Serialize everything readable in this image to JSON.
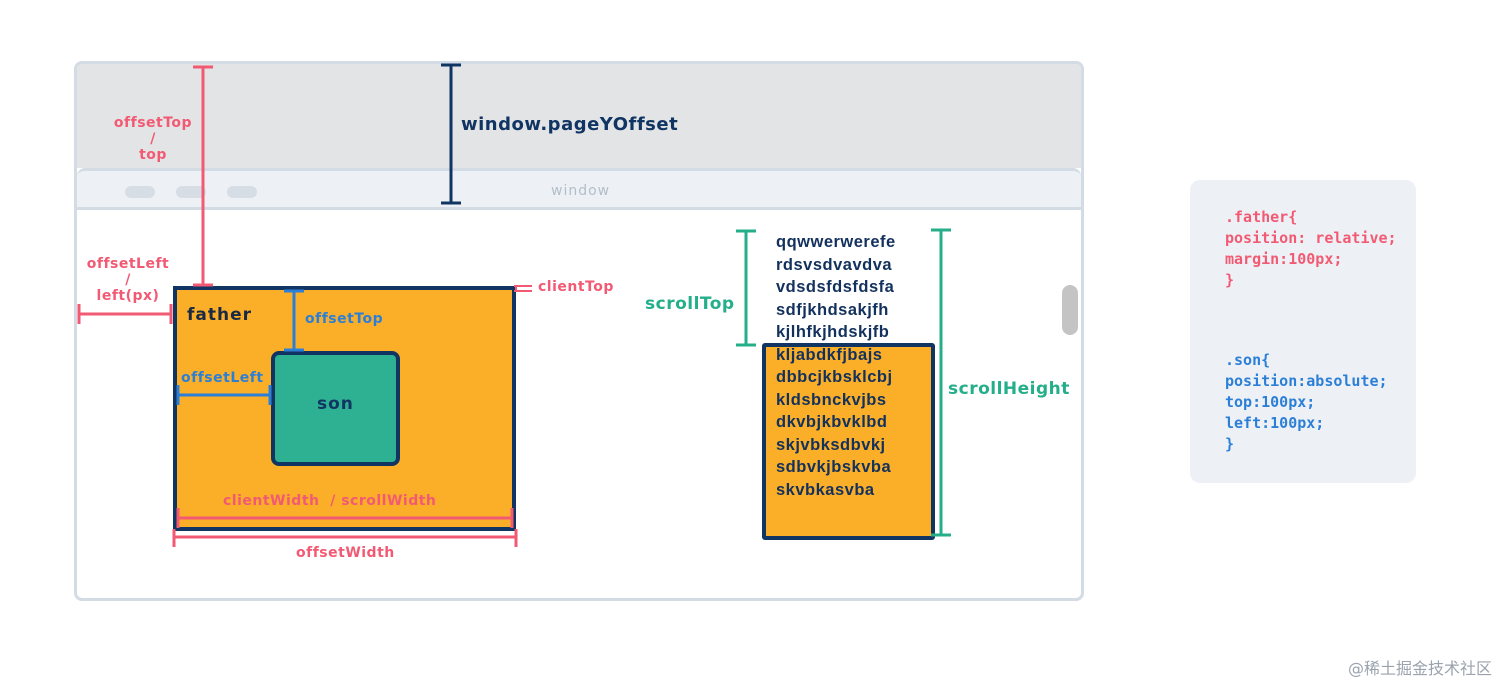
{
  "window": {
    "label": "window",
    "page_y_offset_label": "window.pageYOffset"
  },
  "outer_labels": {
    "offset_top_line1": "offsetTop",
    "offset_top_slash": "/",
    "offset_top_line2": "top",
    "offset_left_line1": "offsetLeft",
    "offset_left_slash": "/",
    "offset_left_line2": "left(px)",
    "client_top": "clientTop"
  },
  "father": {
    "label": "father",
    "son_label": "son",
    "inner_offset_top": "offsetTop",
    "inner_offset_left": "offsetLeft",
    "client_width": "clientWidth  / scrollWidth",
    "offset_width": "offsetWidth"
  },
  "scroll_example": {
    "scroll_top_label": "scrollTop",
    "scroll_height_label": "scrollHeight",
    "text_lines": [
      "qqwwerwerefe",
      "rdsvsdvavdva",
      "vdsdsfdsfdsfa",
      "sdfjkhdsakjfh",
      "kjlhfkjhdskjfb",
      "kljabdkfjbajs",
      "dbbcjkbsklcbj",
      "kldsbnckvjbs",
      "dkvbjkbvklbd",
      "skjvbksdbvkj",
      "sdbvkjbskvba",
      "skvbkasvba"
    ]
  },
  "code": {
    "father_lines": [
      ".father{",
      "position: relative;",
      "margin:100px;",
      "}"
    ],
    "son_lines": [
      ".son{",
      "position:absolute;",
      "top:100px;",
      "left:100px;",
      "}"
    ]
  },
  "watermark": "@稀土掘金技术社区",
  "colors": {
    "red": "#f25a74",
    "blue": "#2c7fd7",
    "green": "#25ae8a",
    "navy": "#113563",
    "orange": "#fbae27",
    "teal": "#2db192"
  }
}
